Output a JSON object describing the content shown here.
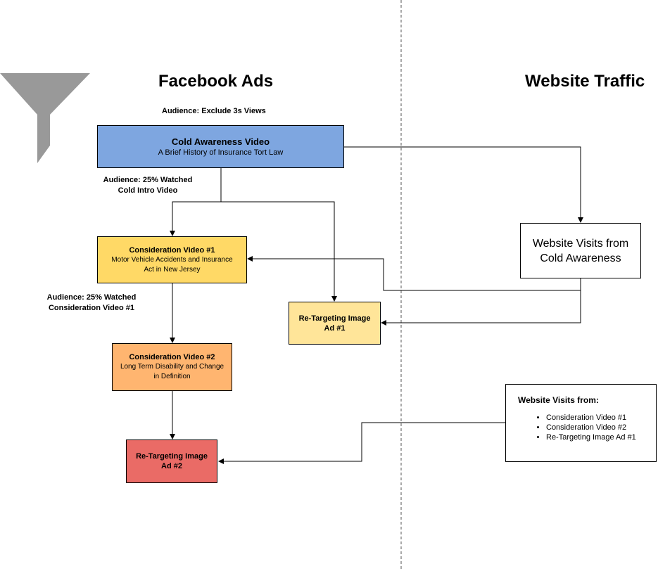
{
  "headings": {
    "left": "Facebook Ads",
    "right": "Website Traffic"
  },
  "notes": {
    "audience_top": "Audience: Exclude 3s Views",
    "audience_mid_line1": "Audience: 25% Watched",
    "audience_mid_line2": "Cold Intro Video",
    "audience_low_line1": "Audience: 25% Watched",
    "audience_low_line2": "Consideration Video #1"
  },
  "nodes": {
    "cold": {
      "title": "Cold Awareness Video",
      "subtitle": "A Brief History of Insurance Tort Law",
      "color": "#7ea6e0"
    },
    "consideration1": {
      "title": "Consideration Video #1",
      "line1": "Motor Vehicle Accidents and Insurance",
      "line2": "Act in New Jersey",
      "color": "#ffd966"
    },
    "retarget1": {
      "line1": "Re-Targeting Image",
      "line2": "Ad #1",
      "color": "#ffe599"
    },
    "consideration2": {
      "title": "Consideration Video #2",
      "line1": "Long Term Disability and Change",
      "line2": "in Definition",
      "color": "#ffb570"
    },
    "retarget2": {
      "line1": "Re-Targeting Image",
      "line2": "Ad #2",
      "color": "#ea6b66"
    },
    "visits_cold": {
      "line1": "Website Visits from",
      "line2": "Cold Awareness"
    },
    "visits_list": {
      "title": "Website Visits from:",
      "items": [
        "Consideration Video #1",
        "Consideration Video #2",
        "Re-Targeting Image Ad #1"
      ]
    }
  },
  "icons": {
    "funnel": "funnel-icon"
  },
  "colors": {
    "funnel": "#999999",
    "divider": "#555555"
  }
}
